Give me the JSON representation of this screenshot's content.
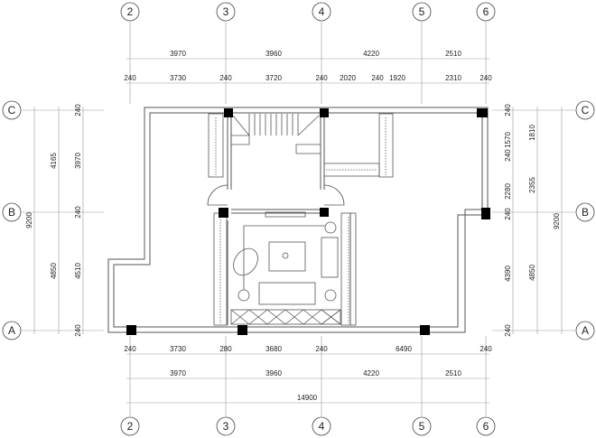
{
  "grid_columns": [
    "2",
    "3",
    "4",
    "5",
    "6"
  ],
  "grid_rows": [
    "C",
    "B",
    "A"
  ],
  "top_dims": {
    "overall_row": [
      "3970",
      "3960",
      "4220",
      "2510"
    ],
    "detail_row": [
      "240",
      "3730",
      "240",
      "3720",
      "240",
      "2020",
      "240",
      "1920",
      "2310",
      "240"
    ]
  },
  "bottom_dims": {
    "detail_row": [
      "240",
      "3730",
      "280",
      "3680",
      "240",
      "6490",
      "240"
    ],
    "overall_row": [
      "3970",
      "3960",
      "4220",
      "2510"
    ],
    "total": "14900"
  },
  "left_dims": {
    "total": "9200",
    "middle": [
      "4165",
      "4850"
    ],
    "detail": [
      "240",
      "3970",
      "240",
      "4510",
      "240"
    ]
  },
  "right_dims": {
    "detail": [
      "240",
      "1570",
      "240",
      "2280",
      "240",
      "4390",
      "240"
    ],
    "middle": [
      "1810",
      "2355",
      "4850"
    ],
    "total": "9200"
  }
}
